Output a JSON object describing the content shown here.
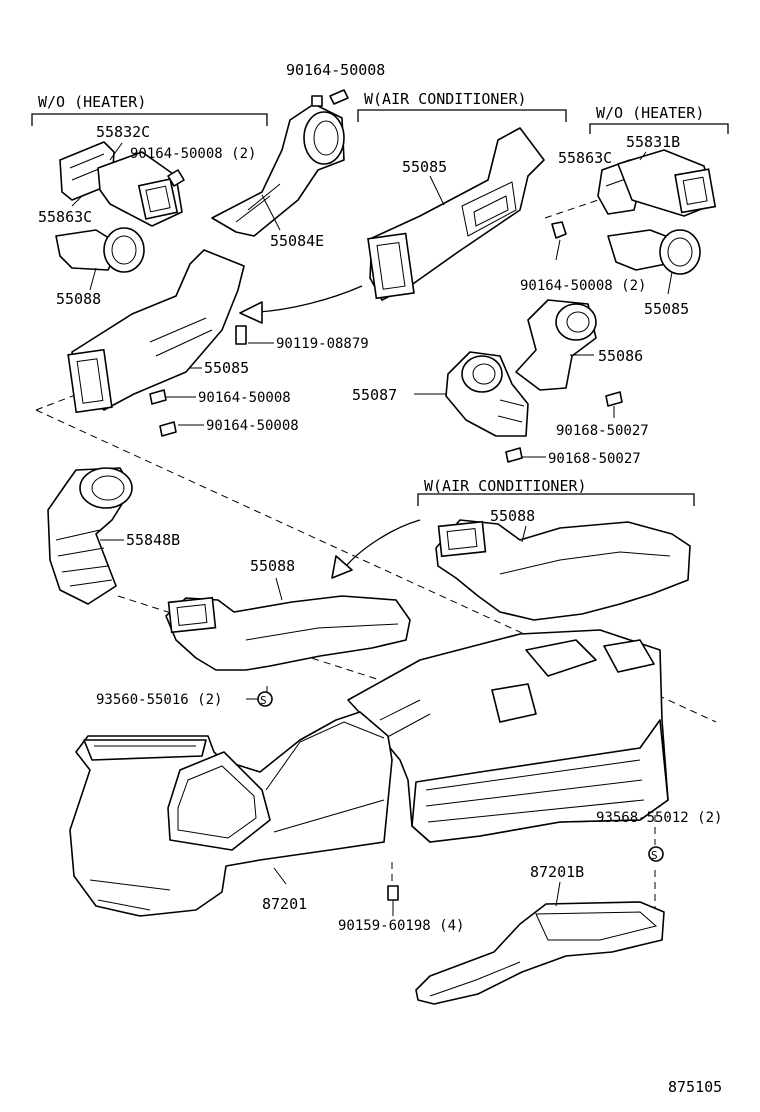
{
  "groups": {
    "wo_heater_left": "W/O (HEATER)",
    "w_ac_top": "W(AIR CONDITIONER)",
    "wo_heater_right": "W/O (HEATER)",
    "w_ac_mid": "W(AIR CONDITIONER)"
  },
  "labels": {
    "p_90164_50008_top": "90164-50008",
    "p_55832C": "55832C",
    "p_90164_50008_2_left": "90164-50008 (2)",
    "p_55863C_left": "55863C",
    "p_55088_left": "55088",
    "p_55084E": "55084E",
    "p_55085_center": "55085",
    "p_55831B": "55831B",
    "p_55863C_right": "55863C",
    "p_90164_50008_2_right": "90164-50008 (2)",
    "p_55085_right": "55085",
    "p_90119_08879": "90119-08879",
    "p_55085_left": "55085",
    "p_90164_50008_a": "90164-50008",
    "p_90164_50008_b": "90164-50008",
    "p_55086": "55086",
    "p_55087": "55087",
    "p_90168_50027_a": "90168-50027",
    "p_90168_50027_b": "90168-50027",
    "p_55848B": "55848B",
    "p_55088_right": "55088",
    "p_55088_mid": "55088",
    "p_93560_55016": "93560-55016 (2)",
    "p_93568_55012": "93568-55012 (2)",
    "p_87201": "87201",
    "p_87201B": "87201B",
    "p_90159_60198": "90159-60198 (4)"
  },
  "footer": {
    "diagram_number": "875105"
  }
}
